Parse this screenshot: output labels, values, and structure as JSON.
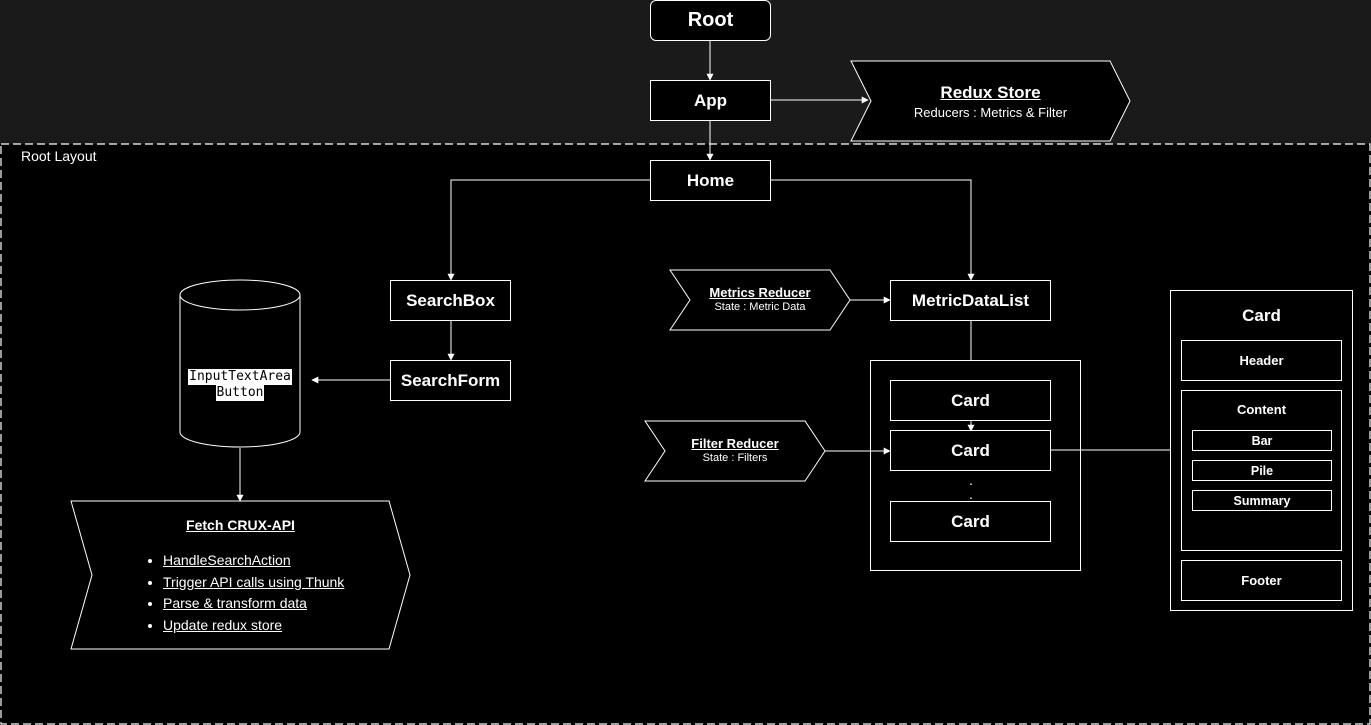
{
  "diagram": {
    "root": "Root",
    "app": "App",
    "home": "Home",
    "root_layout": "Root Layout",
    "redux_store": {
      "title": "Redux Store",
      "subtitle": "Reducers : Metrics & Filter"
    },
    "search_box": "SearchBox",
    "search_form": "SearchForm",
    "input_cylinder": {
      "line1": "InputTextArea",
      "line2": "Button"
    },
    "fetch_api": {
      "title": "Fetch CRUX-API",
      "items": [
        "HandleSearchAction",
        "Trigger API calls using Thunk",
        "Parse & transform data",
        "Update redux store"
      ]
    },
    "metrics_reducer": {
      "title": "Metrics Reducer",
      "subtitle": "State : Metric Data"
    },
    "filter_reducer": {
      "title": "Filter Reducer",
      "subtitle": "State : Filters"
    },
    "metric_data_list": "MetricDataList",
    "cards": [
      "Card",
      "Card",
      "Card"
    ],
    "ellipsis": ". .",
    "card_detail": {
      "title": "Card",
      "header": "Header",
      "content": "Content",
      "content_items": [
        "Bar",
        "Pile",
        "Summary"
      ],
      "footer": "Footer"
    }
  },
  "colors": {
    "top_background": "#1a1a1a",
    "layout_background": "#000000",
    "stroke": "#ffffff",
    "text": "#ffffff"
  }
}
